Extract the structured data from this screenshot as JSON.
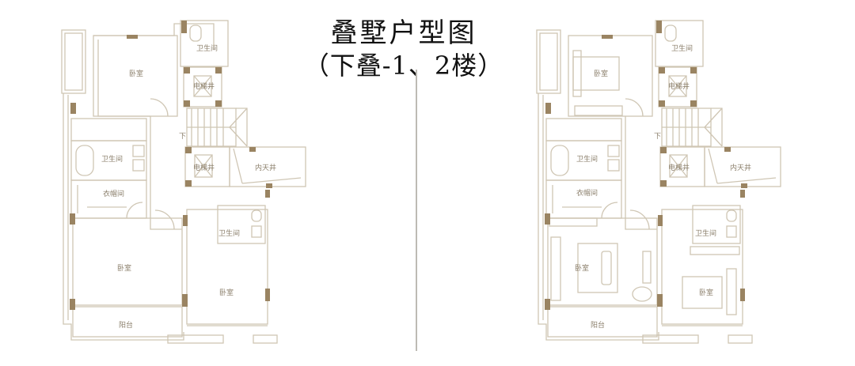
{
  "title": {
    "line1": "叠墅户型图",
    "line2": "（下叠-1、2楼）"
  },
  "colors": {
    "wall_line": "#cfc6b4",
    "wall_fill": "#9a8462",
    "label": "#8a7e6a",
    "divider": "#bdbab4"
  },
  "plans": [
    {
      "name": "left-plan",
      "furnished": false,
      "rooms": {
        "bath_top": "卫生间",
        "bedroom_top": "卧室",
        "elevator_top": "电梯井",
        "stairs_down": "下",
        "bath_left": "卫生间",
        "elevator_mid": "电梯井",
        "courtyard": "内天井",
        "closet": "衣帽间",
        "bath_right": "卫生间",
        "bedroom_left": "卧室",
        "bedroom_right": "卧室",
        "balcony": "阳台"
      }
    },
    {
      "name": "right-plan",
      "furnished": true,
      "rooms": {
        "bath_top": "卫生间",
        "bedroom_top": "卧室",
        "elevator_top": "电梯井",
        "stairs_down": "下",
        "bath_left": "卫生间",
        "elevator_mid": "电梯井",
        "courtyard": "内天井",
        "closet": "衣帽间",
        "bath_right": "卫生间",
        "bedroom_left": "卧室",
        "bedroom_right": "卧室",
        "balcony": "阳台"
      }
    }
  ]
}
